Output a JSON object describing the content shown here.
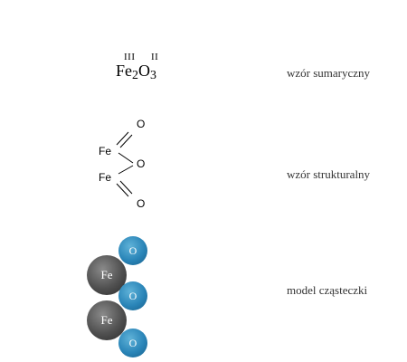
{
  "summary_formula": {
    "valence_fe": "III",
    "valence_o": "II",
    "element_fe": "Fe",
    "sub_fe": "2",
    "element_o": "O",
    "sub_o": "3",
    "label": "wzór sumaryczny"
  },
  "structural_formula": {
    "atoms": {
      "o_top": "O",
      "fe_top": "Fe",
      "o_mid": "O",
      "fe_bottom": "Fe",
      "o_bottom": "O"
    },
    "label": "wzór strukturalny"
  },
  "particle_model": {
    "atoms": {
      "o_1": "O",
      "fe_1": "Fe",
      "o_2": "O",
      "fe_2": "Fe",
      "o_3": "O"
    },
    "colors": {
      "oxygen": "#2a85b8",
      "iron": "#505050"
    },
    "label": "model cząsteczki"
  }
}
